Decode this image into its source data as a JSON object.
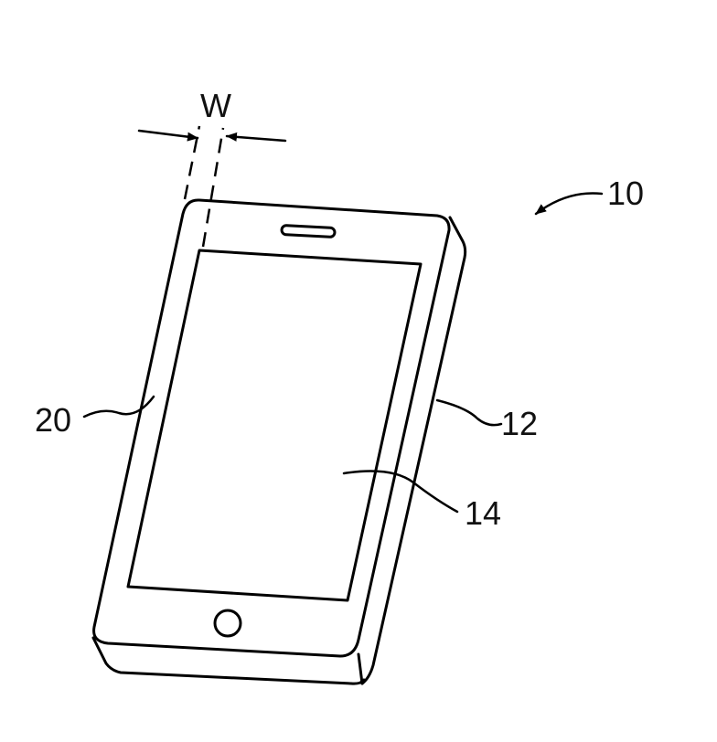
{
  "labels": {
    "device": "10",
    "housing": "12",
    "display": "14",
    "border": "20",
    "width": "W"
  },
  "colors": {
    "line": "#000000",
    "background": "#ffffff"
  }
}
